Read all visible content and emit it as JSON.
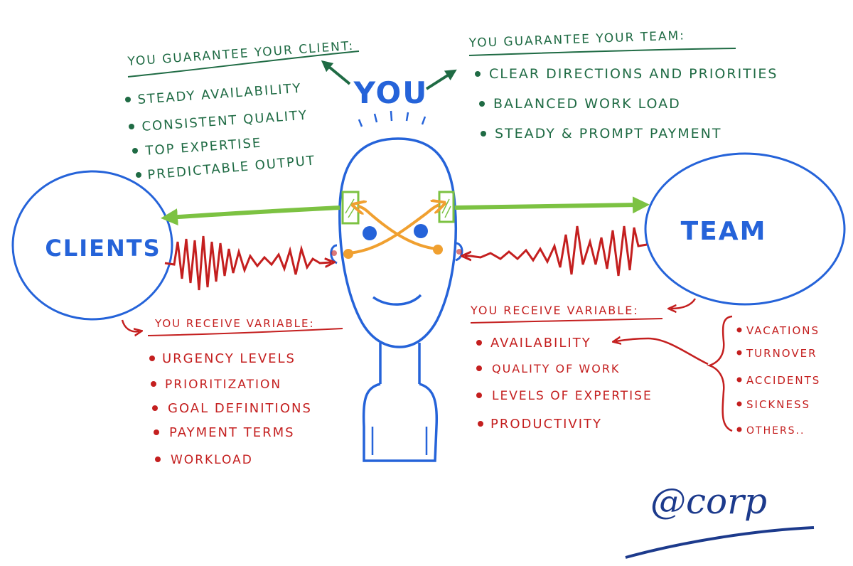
{
  "colors": {
    "green_text": "#1f6b44",
    "red_text": "#c41f1f",
    "blue": "#2563d9",
    "arrow_green": "#7cc242",
    "orange": "#f0a030",
    "signature": "#1c3a8c"
  },
  "center": {
    "label": "YOU"
  },
  "clients": {
    "label": "CLIENTS"
  },
  "team": {
    "label": "TEAM"
  },
  "guarantee_client": {
    "heading": "YOU GUARANTEE YOUR CLIENT:",
    "items": [
      "STEADY AVAILABILITY",
      "CONSISTENT QUALITY",
      "TOP EXPERTISE",
      "PREDICTABLE OUTPUT"
    ]
  },
  "guarantee_team": {
    "heading": "YOU GUARANTEE YOUR TEAM:",
    "items": [
      "CLEAR DIRECTIONS AND PRIORITIES",
      "BALANCED WORK LOAD",
      "STEADY & PROMPT PAYMENT"
    ]
  },
  "receive_clients": {
    "heading": "YOU RECEIVE VARIABLE:",
    "items": [
      "URGENCY LEVELS",
      "PRIORITIZATION",
      "GOAL DEFINITIONS",
      "PAYMENT TERMS",
      "WORKLOAD"
    ]
  },
  "receive_team": {
    "heading": "YOU RECEIVE VARIABLE:",
    "items": [
      "AVAILABILITY",
      "QUALITY OF WORK",
      "LEVELS OF EXPERTISE",
      "PRODUCTIVITY"
    ]
  },
  "availability_causes": {
    "items": [
      "VACATIONS",
      "TURNOVER",
      "ACCIDENTS",
      "SICKNESS",
      "OTHERS.."
    ]
  },
  "signature": {
    "text": "@corp"
  }
}
